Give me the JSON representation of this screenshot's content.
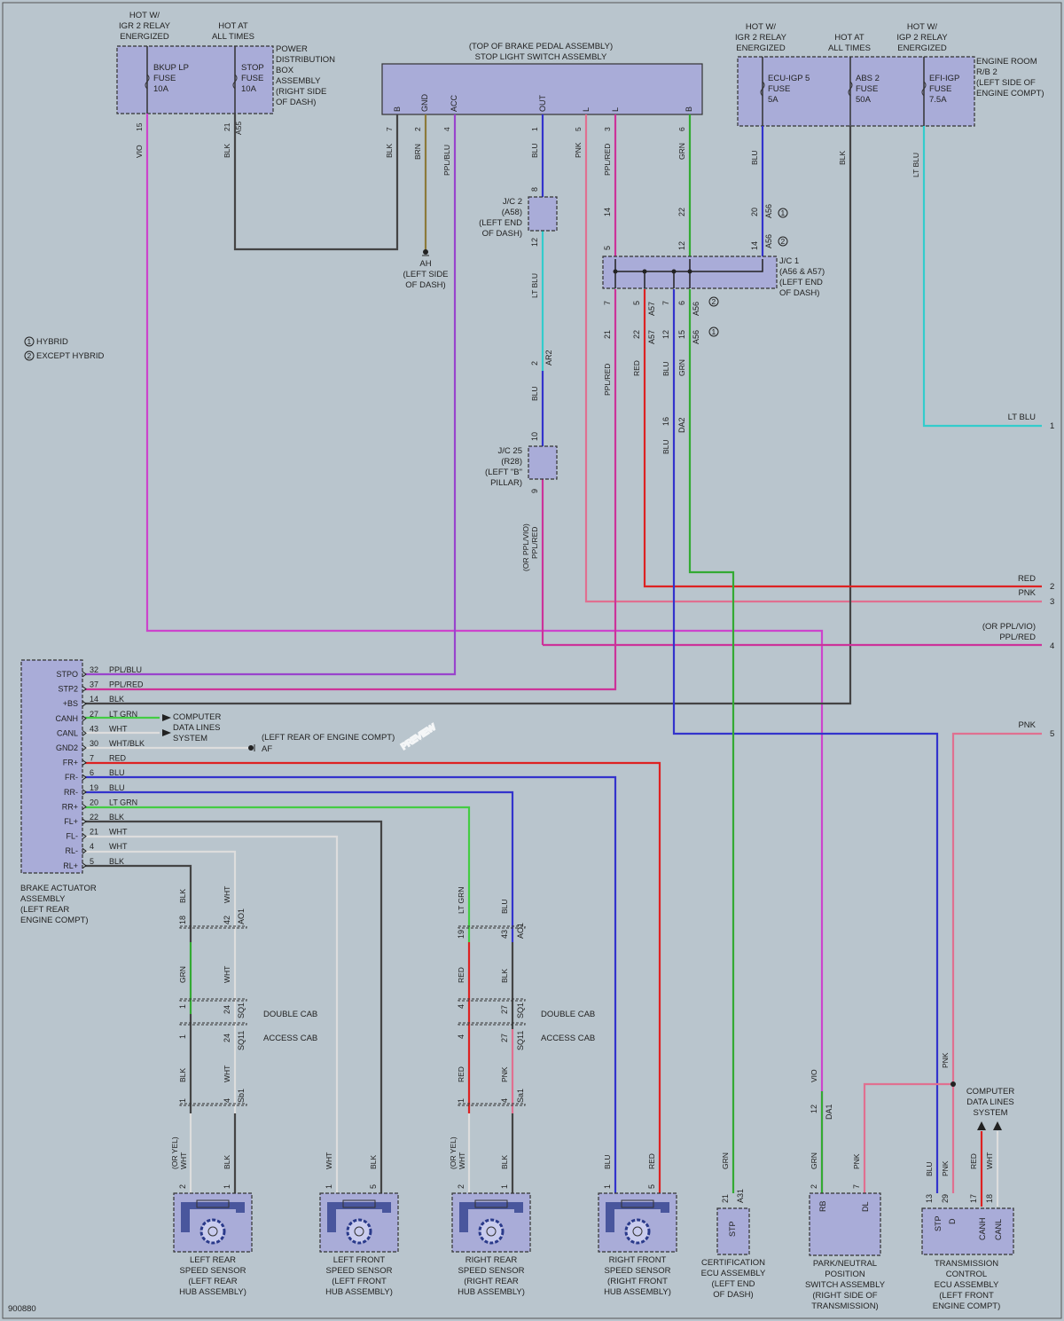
{
  "colors": {
    "VIO": "#cc44cc",
    "BLK": "#444444",
    "BRN": "#8c7a3a",
    "PPL_BLU": "#9944cc",
    "BLU": "#3333cc",
    "PNK": "#e07090",
    "PPL_RED": "#cc3399",
    "GRN": "#33aa33",
    "LT_BLU": "#33cccc",
    "RED": "#dd2222",
    "LT_GRN": "#44cc44",
    "WHT": "#dddddd"
  },
  "top": {
    "bkup": {
      "head": [
        "HOT W/",
        "IGR 2 RELAY",
        "ENERGIZED"
      ],
      "fuse": [
        "BKUP LP",
        "FUSE",
        "10A"
      ]
    },
    "stop": {
      "head": [
        "HOT AT",
        "ALL TIMES"
      ],
      "fuse": [
        "STOP",
        "FUSE",
        "10A"
      ]
    },
    "pdb_label": [
      "POWER",
      "DISTRIBUTION",
      "BOX",
      "ASSEMBLY",
      "(RIGHT SIDE",
      "OF DASH)"
    ],
    "switch_title": [
      "(TOP OF BRAKE PEDAL ASSEMBLY)",
      "STOP LIGHT SWITCH ASSEMBLY"
    ],
    "switch_pins": [
      "B",
      "GND",
      "ACC",
      "OUT",
      "L",
      "L",
      "B"
    ],
    "ecu_igp": {
      "head": [
        "HOT W/",
        "IGR 2 RELAY",
        "ENERGIZED"
      ],
      "fuse": [
        "ECU-IGP 5",
        "FUSE",
        "5A"
      ]
    },
    "abs2": {
      "head": [
        "HOT AT",
        "ALL TIMES"
      ],
      "fuse": [
        "ABS 2",
        "FUSE",
        "50A"
      ]
    },
    "efi_igp": {
      "head": [
        "HOT W/",
        "IGP 2 RELAY",
        "ENERGIZED"
      ],
      "fuse": [
        "EFI-IGP",
        "FUSE",
        "7.5A"
      ]
    },
    "rb2_label": [
      "ENGINE ROOM",
      "R/B 2",
      "(LEFT SIDE OF",
      "ENGINE COMPT)"
    ]
  },
  "wire_labels": {
    "vio15": [
      "VIO",
      "15"
    ],
    "blk21": [
      "BLK",
      "21",
      "A55"
    ],
    "blk7": [
      "BLK",
      "7"
    ],
    "brn2": [
      "BRN",
      "2"
    ],
    "pplblu4": [
      "PPL/BLU",
      "4"
    ],
    "blu1": [
      "BLU",
      "1"
    ],
    "pnk5": [
      "PNK",
      "5"
    ],
    "pplred3": [
      "PPL/RED",
      "3"
    ],
    "grn6": [
      "GRN",
      "6"
    ],
    "blu_igp": "BLU",
    "blk_abs": "BLK",
    "ltblu_efi": "LT BLU"
  },
  "ground_ah": [
    "AH",
    "(LEFT SIDE",
    "OF DASH)"
  ],
  "jc2": {
    "pins": [
      "8",
      "12"
    ],
    "label": [
      "J/C 2",
      "(A58)",
      "(LEFT END",
      "OF DASH)"
    ],
    "wire": "LT BLU"
  },
  "ar2": {
    "pin": "2",
    "conn": "AR2",
    "wire": "BLU"
  },
  "jc25": {
    "pins": [
      "10",
      "9"
    ],
    "label": [
      "J/C 25",
      "(R28)",
      "(LEFT \"B\"",
      "PILLAR)"
    ],
    "wire": [
      "(OR PPL/VIO)",
      "PPL/RED"
    ]
  },
  "jc1": {
    "top_pins": [
      "14",
      "5",
      "22",
      "12",
      "20",
      "14"
    ],
    "conn_top": [
      "A56",
      "A56"
    ],
    "label": [
      "J/C 1",
      "(A56 & A57)",
      "(LEFT END",
      "OF DASH)"
    ],
    "bot_pins": [
      "7",
      "5",
      "7",
      "6"
    ],
    "bot_conn": [
      "A57",
      "A56"
    ],
    "bot_pins2": [
      "21",
      "22",
      "12",
      "15"
    ],
    "bot_conn2": [
      "A57",
      "A56"
    ],
    "wires": [
      "PPL/RED",
      "RED",
      "BLU",
      "GRN"
    ]
  },
  "legend": [
    {
      "num": "1",
      "text": "HYBRID"
    },
    {
      "num": "2",
      "text": "EXCEPT HYBRID"
    }
  ],
  "da2": {
    "pin": "16",
    "conn": "DA2",
    "wire": "BLU"
  },
  "right_edge": [
    {
      "label": "LT BLU",
      "num": "1"
    },
    {
      "label": "RED",
      "num": "2"
    },
    {
      "label": "PNK",
      "num": "3"
    },
    {
      "label": "(OR PPL/VIO)",
      "label2": "PPL/RED",
      "num": "4"
    },
    {
      "label": "PNK",
      "num": "5"
    }
  ],
  "watermark": "PREVIEW",
  "actuator": {
    "pins": [
      {
        "name": "STPO",
        "num": "32",
        "wire": "PPL/BLU"
      },
      {
        "name": "STP2",
        "num": "37",
        "wire": "PPL/RED"
      },
      {
        "name": "+BS",
        "num": "14",
        "wire": "BLK"
      },
      {
        "name": "CANH",
        "num": "27",
        "wire": "LT GRN"
      },
      {
        "name": "CANL",
        "num": "43",
        "wire": "WHT"
      },
      {
        "name": "GND2",
        "num": "30",
        "wire": "WHT/BLK"
      },
      {
        "name": "FR+",
        "num": "7",
        "wire": "RED"
      },
      {
        "name": "FR-",
        "num": "6",
        "wire": "BLU"
      },
      {
        "name": "RR-",
        "num": "19",
        "wire": "BLU"
      },
      {
        "name": "RR+",
        "num": "20",
        "wire": "LT GRN"
      },
      {
        "name": "FL+",
        "num": "22",
        "wire": "BLK"
      },
      {
        "name": "FL-",
        "num": "21",
        "wire": "WHT"
      },
      {
        "name": "RL-",
        "num": "4",
        "wire": "WHT"
      },
      {
        "name": "RL+",
        "num": "5",
        "wire": "BLK"
      }
    ],
    "label": [
      "BRAKE ACTUATOR",
      "ASSEMBLY",
      "(LEFT REAR",
      "ENGINE COMPT)"
    ],
    "can_label": [
      "COMPUTER",
      "DATA LINES",
      "SYSTEM"
    ],
    "ground_label": "(LEFT REAR OF ENGINE COMPT)",
    "ground_name": "AF"
  },
  "rear_left": {
    "top_pins": [
      "18",
      "42"
    ],
    "top_conn": "AO1",
    "top_wires": [
      "BLK",
      "WHT"
    ],
    "mid_wires": [
      "GRN",
      "WHT"
    ],
    "sq_pins": [
      "1",
      "24",
      "1",
      "24"
    ],
    "sq_conn": [
      "SQ1",
      "SQ11"
    ],
    "cab": [
      "DOUBLE CAB",
      "ACCESS CAB"
    ],
    "low_wires": [
      "BLK",
      "WHT"
    ],
    "sb_pins": [
      "1",
      "4"
    ],
    "sb_conn": "Sb1",
    "bot_wires": [
      "(OR YEL)",
      "WHT",
      "BLK"
    ],
    "bot_pins": [
      "2",
      "1"
    ]
  },
  "rear_right": {
    "top_pins": [
      "19",
      "43"
    ],
    "top_conn": "AO1",
    "top_wires": [
      "LT GRN",
      "BLU"
    ],
    "mid_wires": [
      "RED",
      "BLK"
    ],
    "sq_pins": [
      "4",
      "27",
      "4",
      "27"
    ],
    "sq_conn": [
      "SQ1",
      "SQ11"
    ],
    "cab": [
      "DOUBLE CAB",
      "ACCESS CAB"
    ],
    "low_wires": [
      "RED",
      "PNK"
    ],
    "sa_pins": [
      "1",
      "4"
    ],
    "sa_conn": "Sa1",
    "bot_wires": [
      "(OR YEL)",
      "WHT",
      "BLK"
    ],
    "bot_pins": [
      "2",
      "1"
    ]
  },
  "lf_wires": [
    "WHT",
    "BLK"
  ],
  "lf_pins": [
    "1",
    "5"
  ],
  "rf_wires": [
    "BLU",
    "RED"
  ],
  "rf_pins": [
    "1",
    "5"
  ],
  "sensors": [
    [
      "LEFT REAR",
      "SPEED SENSOR",
      "(LEFT REAR",
      "HUB ASSEMBLY)"
    ],
    [
      "LEFT FRONT",
      "SPEED SENSOR",
      "(LEFT FRONT",
      "HUB ASSEMBLY)"
    ],
    [
      "RIGHT REAR",
      "SPEED SENSOR",
      "(RIGHT REAR",
      "HUB ASSEMBLY)"
    ],
    [
      "RIGHT FRONT",
      "SPEED SENSOR",
      "(RIGHT FRONT",
      "HUB ASSEMBLY)"
    ]
  ],
  "cert_ecu": {
    "wire": "GRN",
    "pin": "21",
    "conn": "A31",
    "pin_name": "STP",
    "label": [
      "CERTIFICATION",
      "ECU ASSEMBLY",
      "(LEFT END",
      "OF DASH)"
    ]
  },
  "pnp": {
    "vio": "VIO",
    "da1_pin": "12",
    "da1": "DA1",
    "wires": [
      "GRN",
      "PNK"
    ],
    "pins": [
      "2",
      "7"
    ],
    "pin_names": [
      "RB",
      "DL"
    ],
    "label": [
      "PARK/NEUTRAL",
      "POSITION",
      "SWITCH ASSEMBLY",
      "(RIGHT SIDE OF",
      "TRANSMISSION)"
    ]
  },
  "tcm": {
    "pnk_top": "PNK",
    "wires": [
      "BLU",
      "PNK",
      "RED",
      "WHT"
    ],
    "pins": [
      "13",
      "29",
      "17",
      "18"
    ],
    "pin_names": [
      "STP",
      "D",
      "CANH",
      "CANL"
    ],
    "can_label": [
      "COMPUTER",
      "DATA LINES",
      "SYSTEM"
    ],
    "label": [
      "TRANSMISSION",
      "CONTROL",
      "ECU ASSEMBLY",
      "(LEFT FRONT",
      "ENGINE COMPT)"
    ]
  },
  "footer": "900880"
}
